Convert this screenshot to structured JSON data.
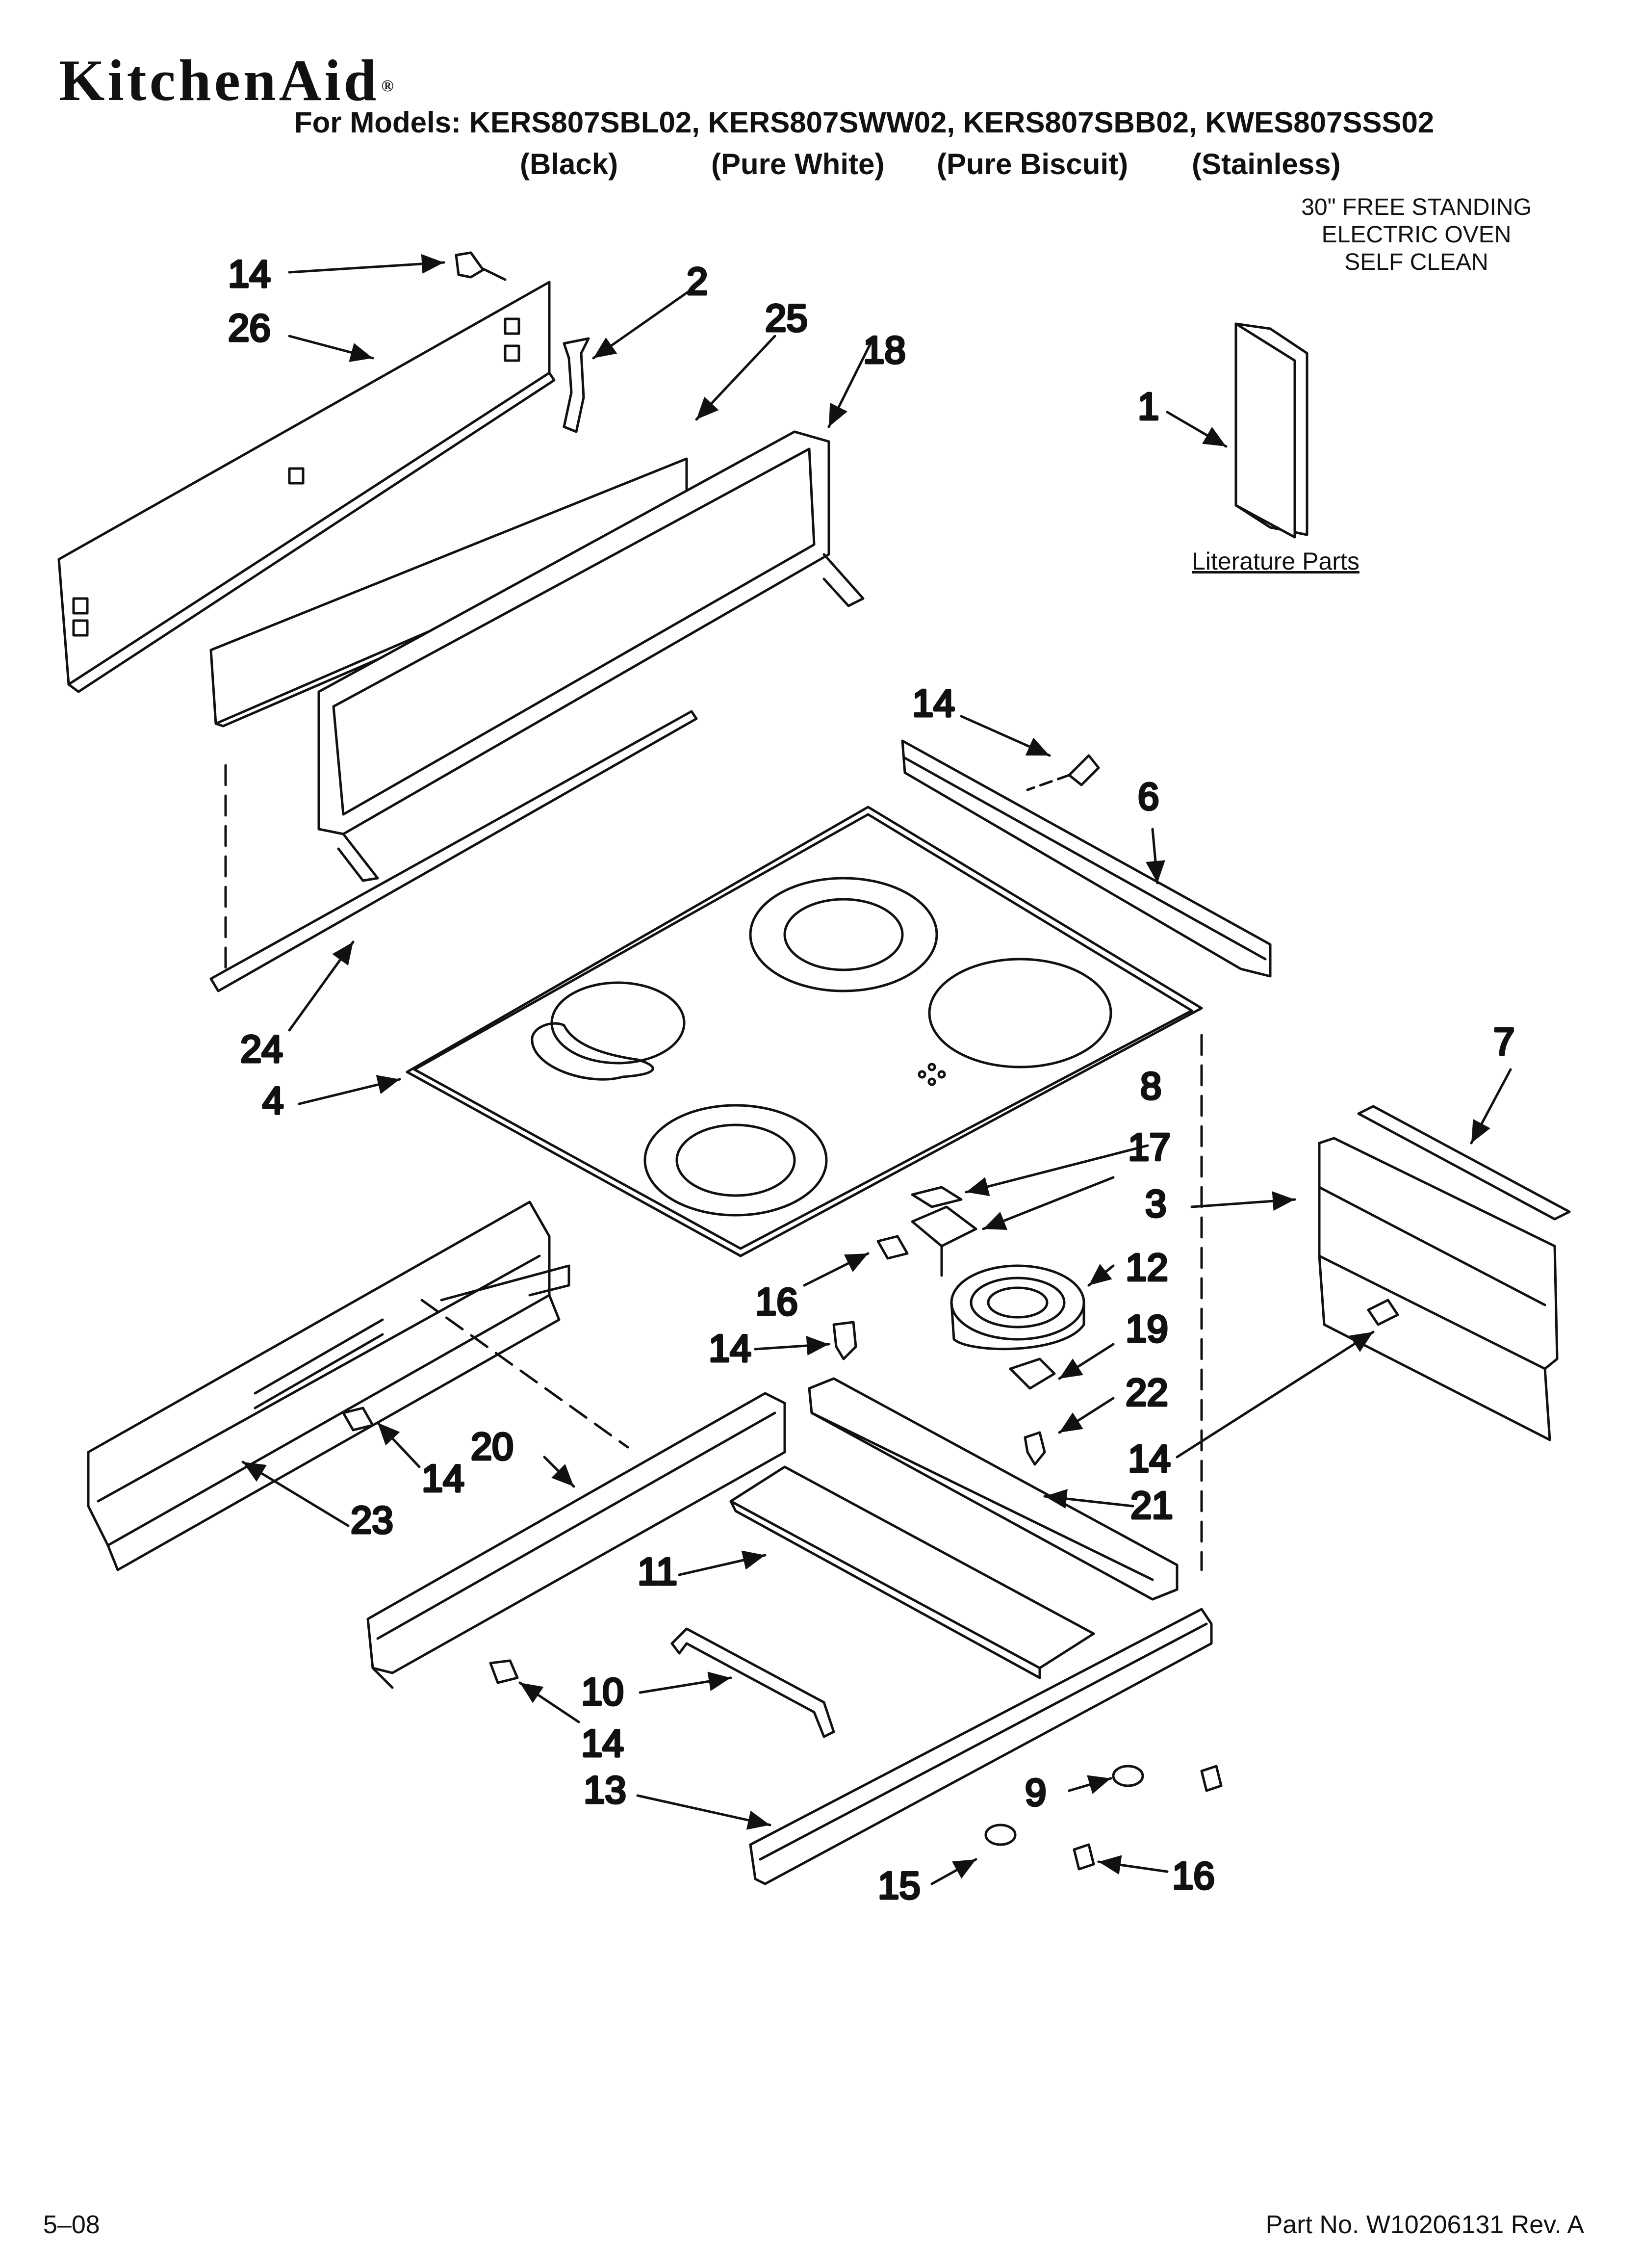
{
  "header": {
    "brand": "KitchenAid",
    "brand_mark": "®",
    "models_line": "For Models: KERS807SBL02, KERS807SWW02, KERS807SBB02, KWES807SSS02",
    "colors": [
      "(Black)",
      "(Pure White)",
      "(Pure Biscuit)",
      "(Stainless)"
    ],
    "description": [
      "30\" FREE STANDING",
      "ELECTRIC OVEN",
      "SELF CLEAN"
    ]
  },
  "literature_label": "Literature Parts",
  "callouts": {
    "c14a": "14",
    "c26": "26",
    "c2": "2",
    "c25": "25",
    "c18": "18",
    "c1": "1",
    "c14b": "14",
    "c6": "6",
    "c24": "24",
    "c4": "4",
    "c7": "7",
    "c8": "8",
    "c17": "17",
    "c3": "3",
    "c16a": "16",
    "c12": "12",
    "c14c": "14",
    "c19": "19",
    "c22": "22",
    "c14d": "14",
    "c20": "20",
    "c14e": "14",
    "c21": "21",
    "c23": "23",
    "c11": "11",
    "c10": "10",
    "c14f": "14",
    "c13": "13",
    "c9": "9",
    "c15": "15",
    "c16b": "16"
  },
  "footer": {
    "date": "5–08",
    "part_no": "Part No. W10206131 Rev. A"
  }
}
